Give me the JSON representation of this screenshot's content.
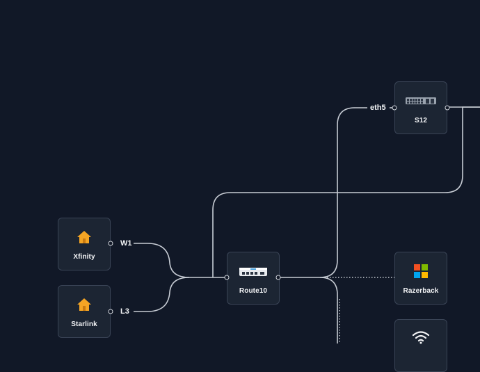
{
  "nodes": {
    "xfinity": {
      "label": "Xfinity"
    },
    "starlink": {
      "label": "Starlink"
    },
    "router": {
      "label": "Route10"
    },
    "switch": {
      "label": "S12"
    },
    "razerback": {
      "label": "Razerback"
    }
  },
  "ports": {
    "xfinity_port": "W1",
    "starlink_port": "L3",
    "switch_port": "eth5"
  },
  "colors": {
    "background": "#111827",
    "card": "#1c2533",
    "card_border": "#3a4456",
    "wire": "#c7ccd4",
    "home_icon": "#f5a524"
  }
}
